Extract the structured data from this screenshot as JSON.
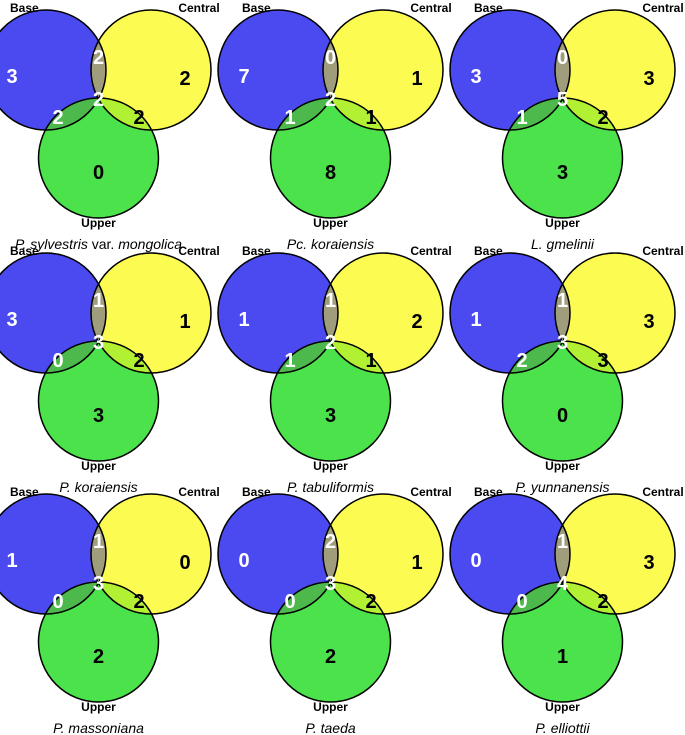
{
  "colors": {
    "base": "#4a4af0",
    "central": "#fbfb52",
    "upper": "#4be24b",
    "base_central": "#a09d7d",
    "base_upper": "#4db94d",
    "central_upper": "#b2f034",
    "all": "#8edc8e",
    "outline": "#000000",
    "num_light": "#ffffff",
    "num_dark": "#000000"
  },
  "set_labels": {
    "base": "Base",
    "central": "Central",
    "upper": "Upper"
  },
  "diagrams": [
    {
      "caption": [
        {
          "t": "P. sylvestris",
          "i": true
        },
        {
          "t": " var. ",
          "i": false
        },
        {
          "t": "mongolica",
          "i": true
        }
      ],
      "counts": {
        "base_only": "3",
        "central_only": "2",
        "upper_only": "0",
        "base_central": "2",
        "base_upper": "2",
        "central_upper": "2",
        "all": "2"
      }
    },
    {
      "caption": [
        {
          "t": "Pc. koraiensis",
          "i": true
        }
      ],
      "counts": {
        "base_only": "7",
        "central_only": "1",
        "upper_only": "8",
        "base_central": "0",
        "base_upper": "1",
        "central_upper": "1",
        "all": "2"
      }
    },
    {
      "caption": [
        {
          "t": "L. gmelinii",
          "i": true
        }
      ],
      "counts": {
        "base_only": "3",
        "central_only": "3",
        "upper_only": "3",
        "base_central": "0",
        "base_upper": "1",
        "central_upper": "2",
        "all": "5"
      }
    },
    {
      "caption": [
        {
          "t": "P. koraiensis",
          "i": true
        }
      ],
      "counts": {
        "base_only": "3",
        "central_only": "1",
        "upper_only": "3",
        "base_central": "1",
        "base_upper": "0",
        "central_upper": "2",
        "all": "3"
      }
    },
    {
      "caption": [
        {
          "t": "P. tabuliformis",
          "i": true
        }
      ],
      "counts": {
        "base_only": "1",
        "central_only": "2",
        "upper_only": "3",
        "base_central": "1",
        "base_upper": "1",
        "central_upper": "1",
        "all": "2"
      }
    },
    {
      "caption": [
        {
          "t": "P. yunnanensis",
          "i": true
        }
      ],
      "counts": {
        "base_only": "1",
        "central_only": "3",
        "upper_only": "0",
        "base_central": "1",
        "base_upper": "2",
        "central_upper": "3",
        "all": "3"
      }
    },
    {
      "caption": [
        {
          "t": "P. massoniana",
          "i": true
        }
      ],
      "counts": {
        "base_only": "1",
        "central_only": "0",
        "upper_only": "2",
        "base_central": "1",
        "base_upper": "0",
        "central_upper": "2",
        "all": "3"
      }
    },
    {
      "caption": [
        {
          "t": "P. taeda",
          "i": true
        }
      ],
      "counts": {
        "base_only": "0",
        "central_only": "1",
        "upper_only": "2",
        "base_central": "2",
        "base_upper": "0",
        "central_upper": "2",
        "all": "3"
      }
    },
    {
      "caption": [
        {
          "t": "P. elliottii",
          "i": true
        }
      ],
      "counts": {
        "base_only": "0",
        "central_only": "3",
        "upper_only": "1",
        "base_central": "1",
        "base_upper": "0",
        "central_upper": "2",
        "all": "4"
      }
    }
  ]
}
